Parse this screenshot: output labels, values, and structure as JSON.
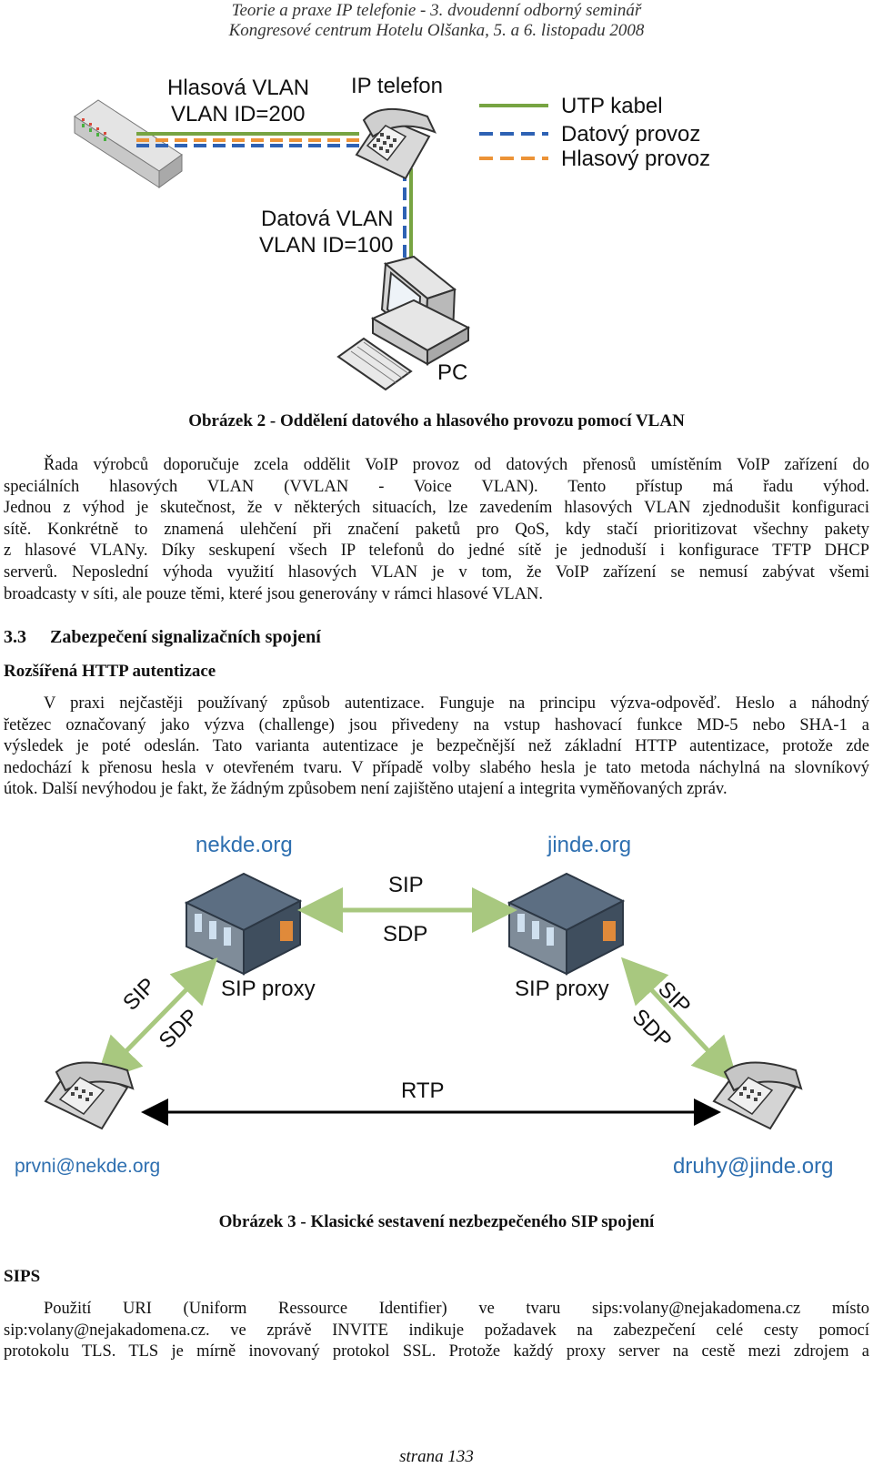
{
  "header": {
    "line1": "Teorie a praxe IP telefonie - 3. dvoudenní odborný seminář",
    "line2": "Kongresové centrum Hotelu Olšanka, 5. a 6. listopadu 2008"
  },
  "figure2": {
    "voice_vlan_l1": "Hlasová VLAN",
    "voice_vlan_l2": "VLAN ID=200",
    "ip_phone": "IP telefon",
    "data_vlan_l1": "Datová VLAN",
    "data_vlan_l2": "VLAN ID=100",
    "pc": "PC",
    "legend": {
      "utp": "UTP kabel",
      "data": "Datový provoz",
      "voice": "Hlasový provoz"
    },
    "colors": {
      "utp": "#77a442",
      "data": "#2e62b4",
      "voice": "#ec9337"
    },
    "caption": "Obrázek 2 - Oddělení datového a hlasového provozu pomocí VLAN"
  },
  "paragraph1": {
    "lines": [
      "Řada výrobců doporučuje zcela oddělit VoIP provoz od datových přenosů umístěním VoIP zařízení do",
      "speciálních hlasových VLAN (VVLAN - Voice VLAN). Tento přístup má řadu výhod.",
      "Jednou z výhod je skutečnost, že v některých situacích, lze zavedením hlasových VLAN zjednodušit konfiguraci",
      "sítě. Konkrétně to znamená ulehčení při značení paketů pro QoS, kdy stačí prioritizovat všechny pakety",
      "z hlasové VLANy. Díky seskupení všech IP telefonů do jedné sítě je jednoduší i konfigurace TFTP DHCP",
      "serverů. Neposlední výhoda využití hlasových VLAN je v tom, že VoIP zařízení se nemusí zabývat všemi",
      "broadcasty v síti, ale pouze těmi, které jsou generovány v rámci hlasové VLAN."
    ]
  },
  "section": {
    "number": "3.3",
    "title": "Zabezpečení signalizačních spojení"
  },
  "subsection1": "Rozšířená HTTP autentizace",
  "paragraph2": {
    "lines": [
      "V praxi nejčastěji používaný způsob autentizace. Funguje na principu výzva-odpověď. Heslo a náhodný",
      "řetězec označovaný jako výzva (challenge) jsou přivedeny na vstup hashovací funkce MD-5 nebo SHA-1 a",
      "výsledek je poté odeslán. Tato varianta autentizace je bezpečnější než základní HTTP autentizace, protože zde",
      "nedochází k přenosu hesla v otevřeném tvaru. V případě volby slabého hesla je tato metoda náchylná na slovníkový",
      "útok. Další nevýhodou je fakt, že žádným způsobem není zajištěno utajení a integrita vyměňovaných zpráv."
    ]
  },
  "figure3": {
    "domain_left": "nekde.org",
    "domain_right": "jinde.org",
    "proxy_left": "SIP proxy",
    "proxy_right": "SIP proxy",
    "sip_top": "SIP",
    "sdp_top": "SDP",
    "sip_left": "SIP",
    "sdp_left": "SDP",
    "sip_right": "SIP",
    "sdp_right": "SDP",
    "rtp": "RTP",
    "user_left": "prvni@nekde.org",
    "user_right": "druhy@jinde.org",
    "caption": "Obrázek 3 - Klasické sestavení nezbezpečeného SIP spojení"
  },
  "subsection2": "SIPS",
  "paragraph3": {
    "lines": [
      "Použití URI (Uniform Ressource Identifier) ve tvaru sips:volany@nejakadomena.cz místo",
      "sip:volany@nejakadomena.cz. ve zprávě INVITE indikuje požadavek na zabezpečení celé cesty pomocí",
      "protokolu TLS. TLS je mírně inovovaný protokol SSL. Protože každý proxy server na cestě mezi zdrojem a"
    ]
  },
  "footer": "strana 133"
}
